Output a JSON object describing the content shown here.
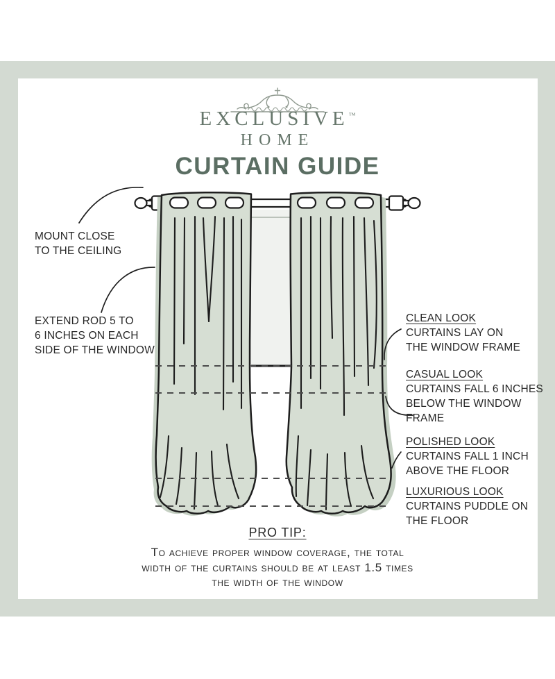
{
  "brand": {
    "line1": "EXCLUSIVE",
    "trademark": "™",
    "line2": "HOME"
  },
  "page_title": "CURTAIN GUIDE",
  "annotations": {
    "mount": {
      "lines": [
        "MOUNT CLOSE",
        "TO THE CEILING"
      ]
    },
    "extend": {
      "lines": [
        "EXTEND ROD 5 TO",
        "6 INCHES ON EACH",
        "SIDE OF THE WINDOW"
      ]
    },
    "looks": [
      {
        "title": "CLEAN LOOK",
        "lines": [
          "CURTAINS LAY ON",
          "THE WINDOW FRAME"
        ]
      },
      {
        "title": "CASUAL LOOK",
        "lines": [
          "CURTAINS FALL 6 INCHES",
          "BELOW THE WINDOW FRAME"
        ]
      },
      {
        "title": "POLISHED LOOK",
        "lines": [
          "CURTAINS FALL 1 INCH",
          "ABOVE THE FLOOR"
        ]
      },
      {
        "title": "LUXURIOUS LOOK",
        "lines": [
          "CURTAINS PUDDLE ON",
          "THE FLOOR"
        ]
      }
    ]
  },
  "pro_tip": {
    "title": "PRO TIP:",
    "lines": [
      "To achieve proper window coverage, the total",
      "width of the curtains should be at least 1.5 times",
      "the width of the window"
    ]
  },
  "colors": {
    "band": "#d3dad2",
    "card": "#ffffff",
    "curtain": "#d6ded3",
    "curtain_shadow": "#c5d0c3",
    "window": "#f0f2ef",
    "ink": "#1d1d1d",
    "dash_line": "#4b4b4b",
    "text": "#282828",
    "title": "#5b6e63",
    "brand": "#66766b",
    "ornament": "#8f998f"
  }
}
